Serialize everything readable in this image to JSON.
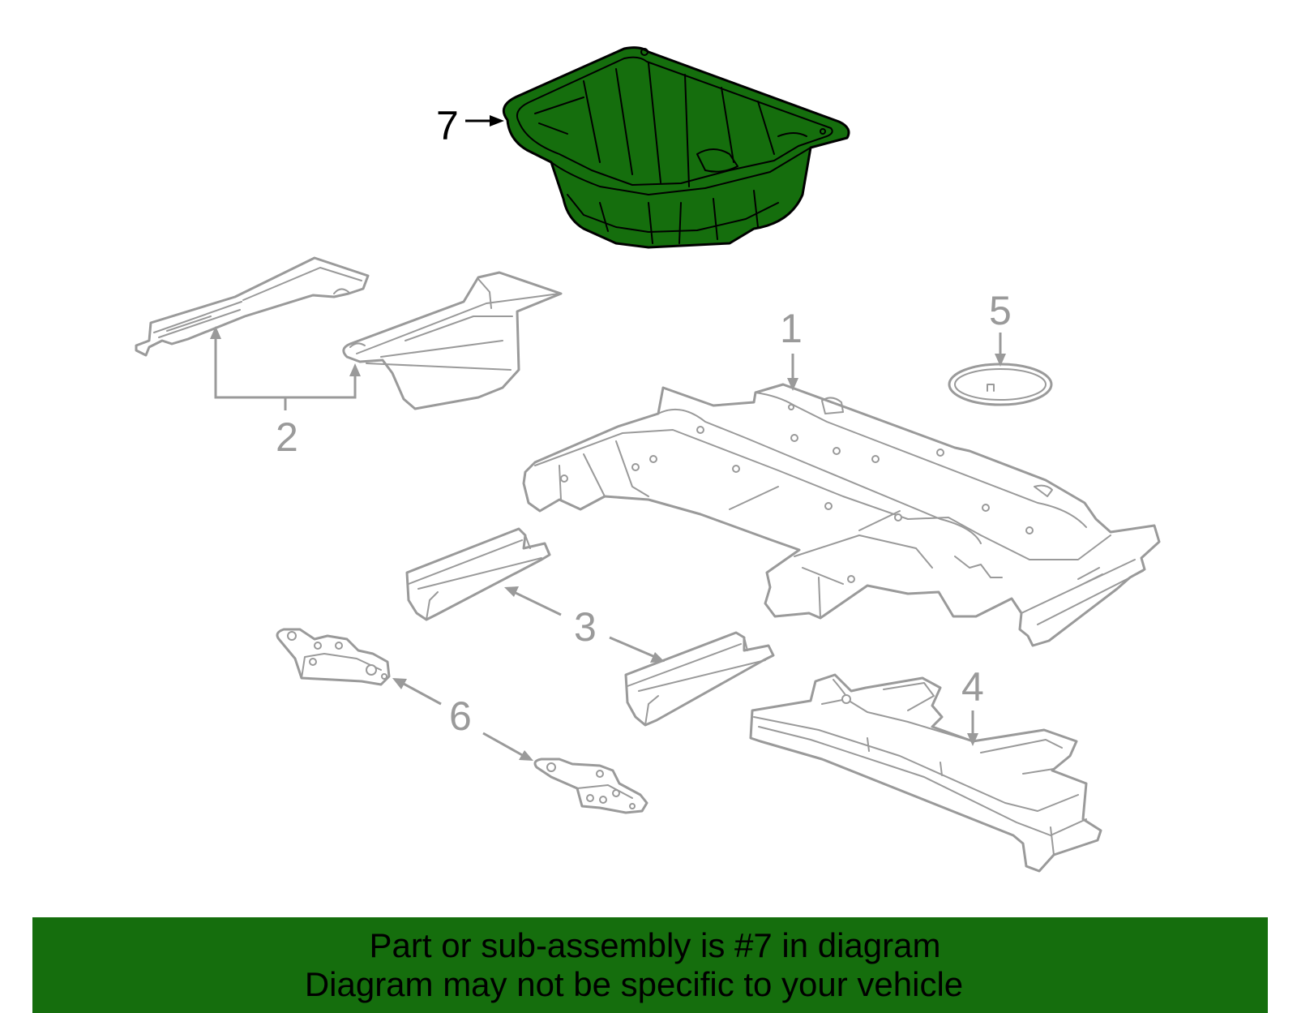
{
  "diagram": {
    "callouts": [
      {
        "label": "1"
      },
      {
        "label": "2"
      },
      {
        "label": "3"
      },
      {
        "label": "4"
      },
      {
        "label": "5"
      },
      {
        "label": "6"
      },
      {
        "label": "7"
      }
    ],
    "highlighted_part": "7",
    "highlight_color": "#156e0d",
    "line_color": "#9a9a9a"
  },
  "banner": {
    "line1": "Part or sub-assembly is #7 in diagram",
    "line2": "Diagram may not be specific to your vehicle",
    "background": "#156e0d"
  }
}
